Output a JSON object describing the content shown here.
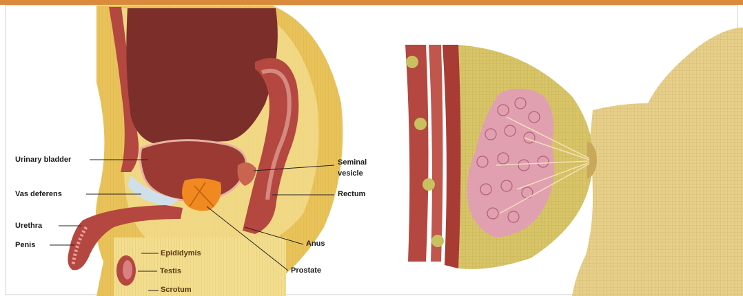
{
  "labels": {
    "urinary_bladder": "Urinary bladder",
    "vas_deferens": "Vas deferens",
    "urethra": "Urethra",
    "penis": "Penis",
    "epididymis": "Epididymis",
    "testis": "Testis",
    "scrotum": "Scrotum",
    "seminal_vesicle_line1": "Seminal",
    "seminal_vesicle_line2": "vesicle",
    "rectum": "Rectum",
    "anus": "Anus",
    "prostate": "Prostate"
  },
  "colors": {
    "skin": "#e9c25a",
    "skin_light": "#f3dd8e",
    "tissue_red": "#b4473f",
    "organ_dark": "#7c2f2a",
    "prostate": "#f08a20",
    "breast_tissue": "#d8c568",
    "lobules": "#e0a0b0",
    "top_strip": "#d98a3a",
    "leader_line": "#222222"
  }
}
